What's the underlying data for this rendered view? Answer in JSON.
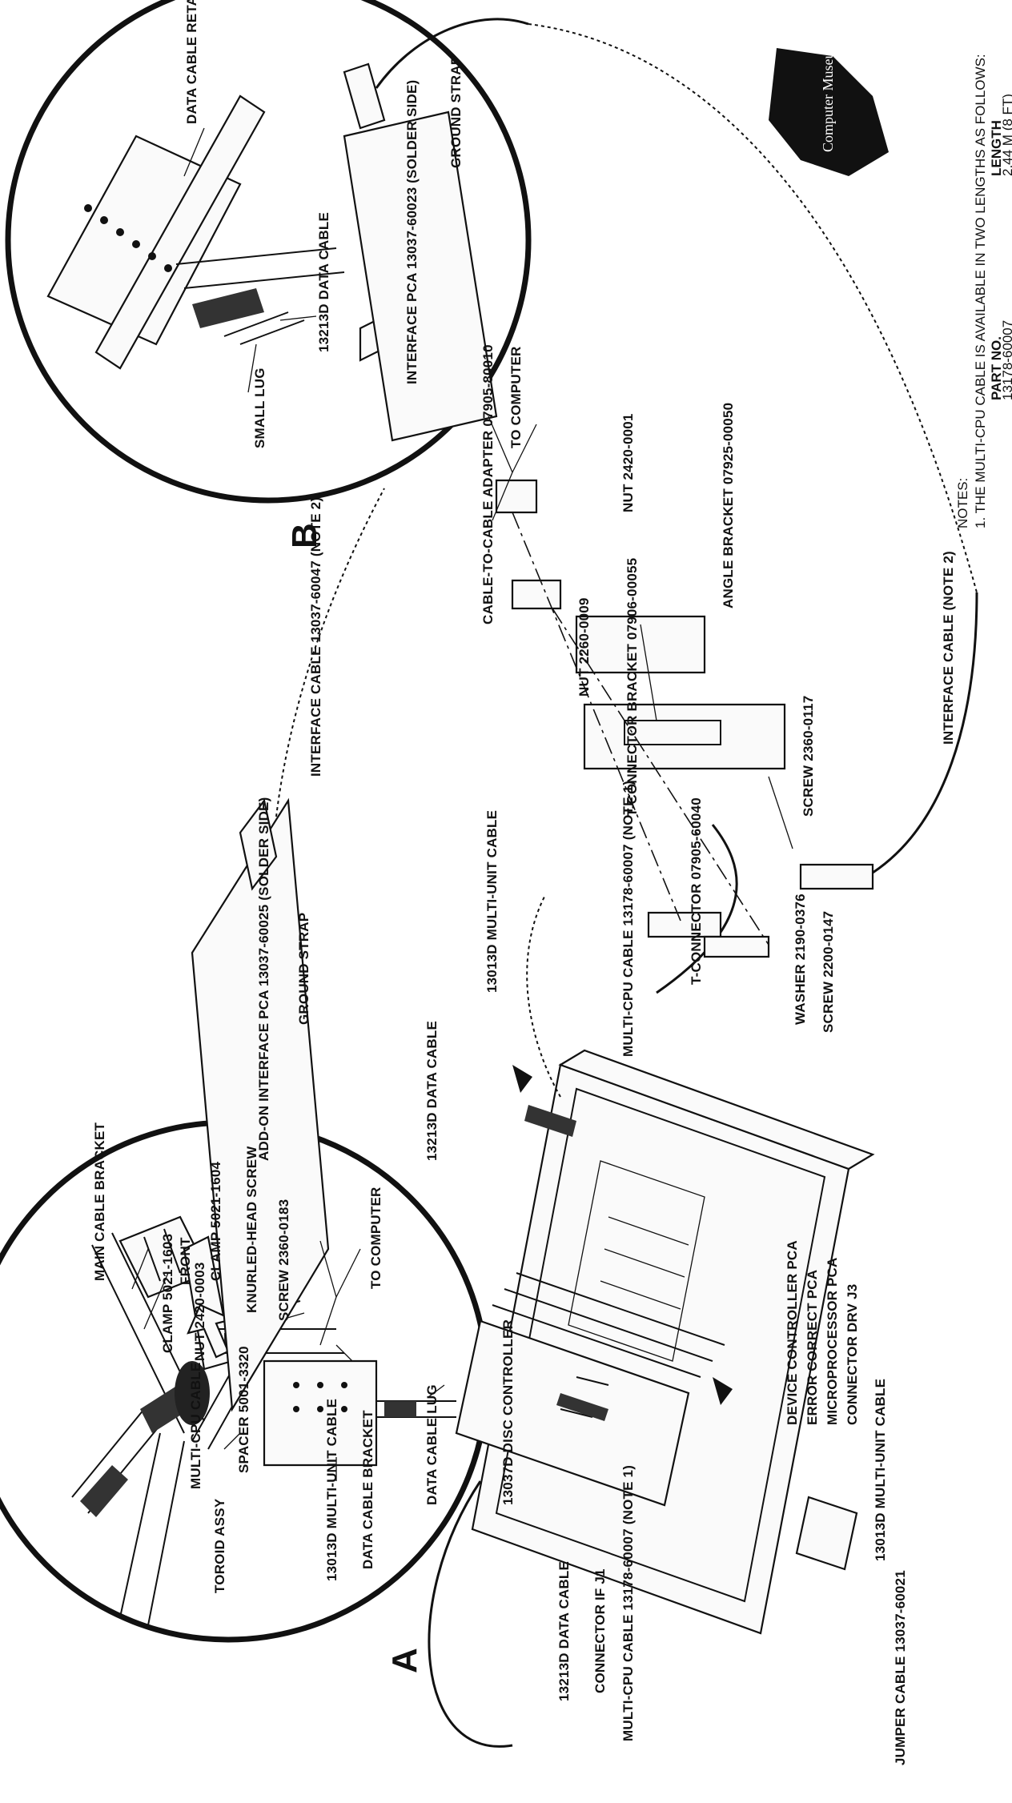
{
  "labels": {
    "main_cable_bracket": "MAIN CABLE BRACKET",
    "clamp_a1": "CLAMP 5021-1603",
    "front": "FRONT",
    "clamp_a2": "CLAMP 5021-1604",
    "knurled_head_screw": "KNURLED-HEAD SCREW",
    "nut_a": "NUT 2420-0003",
    "screw_a": "SCREW 2360-0183",
    "multi_cpu_cable_a": "MULTI-CPU CABLE",
    "spacer": "SPACER 5001-3320",
    "toroid_assy": "TOROID ASSY",
    "multi_unit_cable_a": "13013D MULTI-UNIT CABLE",
    "data_cable_bracket": "DATA CABLE BRACKET",
    "data_cable_lug": "DATA CABLE LUG",
    "detail_a": "A",
    "detail_b": "B",
    "data_cable_retainer": "DATA CABLE RETAINER",
    "data_cable_b": "13213D DATA CABLE",
    "small_lug": "SMALL LUG",
    "disc_controller": "13037D DISC CONTROLLER",
    "data_cable_top": "13213D DATA CABLE",
    "data_cable_left": "13213D DATA CABLE",
    "connector_if": "CONNECTOR IF J1",
    "multi_cpu_cable_left": "MULTI-CPU CABLE 13178-60007 (NOTE 1)",
    "jumper_cable": "JUMPER CABLE 13037-60021",
    "multi_unit_cable_right": "13013D MULTI-UNIT CABLE",
    "device_controller_pca": "DEVICE CONTROLLER PCA",
    "error_correct_pca": "ERROR CORRECT PCA",
    "microprocessor_pca": "MICROPROCESSOR PCA",
    "connector_drv": "CONNECTOR DRV J3",
    "multi_unit_cable_top": "13013D MULTI-UNIT CABLE",
    "add_on_interface": "ADD-ON INTERFACE PCA 13037-60025 (SOLDER SIDE)",
    "to_computer_1": "TO COMPUTER",
    "ground_strap_1": "GROUND STRAP",
    "interface_cable_1": "INTERFACE CABLE 13037-60047 (NOTE 2)",
    "multi_cpu_cable_mid": "MULTI-CPU CABLE 13178-60007 (NOTE 1)",
    "t_connector": "T-CONNECTOR 07905-60040",
    "screw_2200": "SCREW 2200-0147",
    "washer": "WASHER 2190-0376",
    "t_connector_bracket": "T-CONNECTOR BRACKET 07906-00055",
    "screw_2360": "SCREW 2360-0117",
    "nut_2260": "NUT 2260-0009",
    "cable_adapter": "CABLE-TO-CABLE ADAPTER 07905-80010",
    "angle_bracket": "ANGLE BRACKET 07925-00050",
    "nut_2420": "NUT 2420-0001",
    "interface_cable_2": "INTERFACE CABLE (NOTE 2)",
    "interface_pca": "INTERFACE PCA 13037-60023 (SOLDER SIDE)",
    "to_computer_2": "TO COMPUTER",
    "ground_strap_2": "GROUND STRAP",
    "museum": "Computer Museum"
  },
  "notes": {
    "heading": "NOTES:",
    "note1": "1.  THE MULTI-CPU CABLE IS AVAILABLE IN TWO LENGTHS AS FOLLOWS:",
    "part_no_header": "PART NO.",
    "length_header": "LENGTH",
    "part_no_value": "13178-60007",
    "length_value": "2.44 M (8 FT)"
  }
}
